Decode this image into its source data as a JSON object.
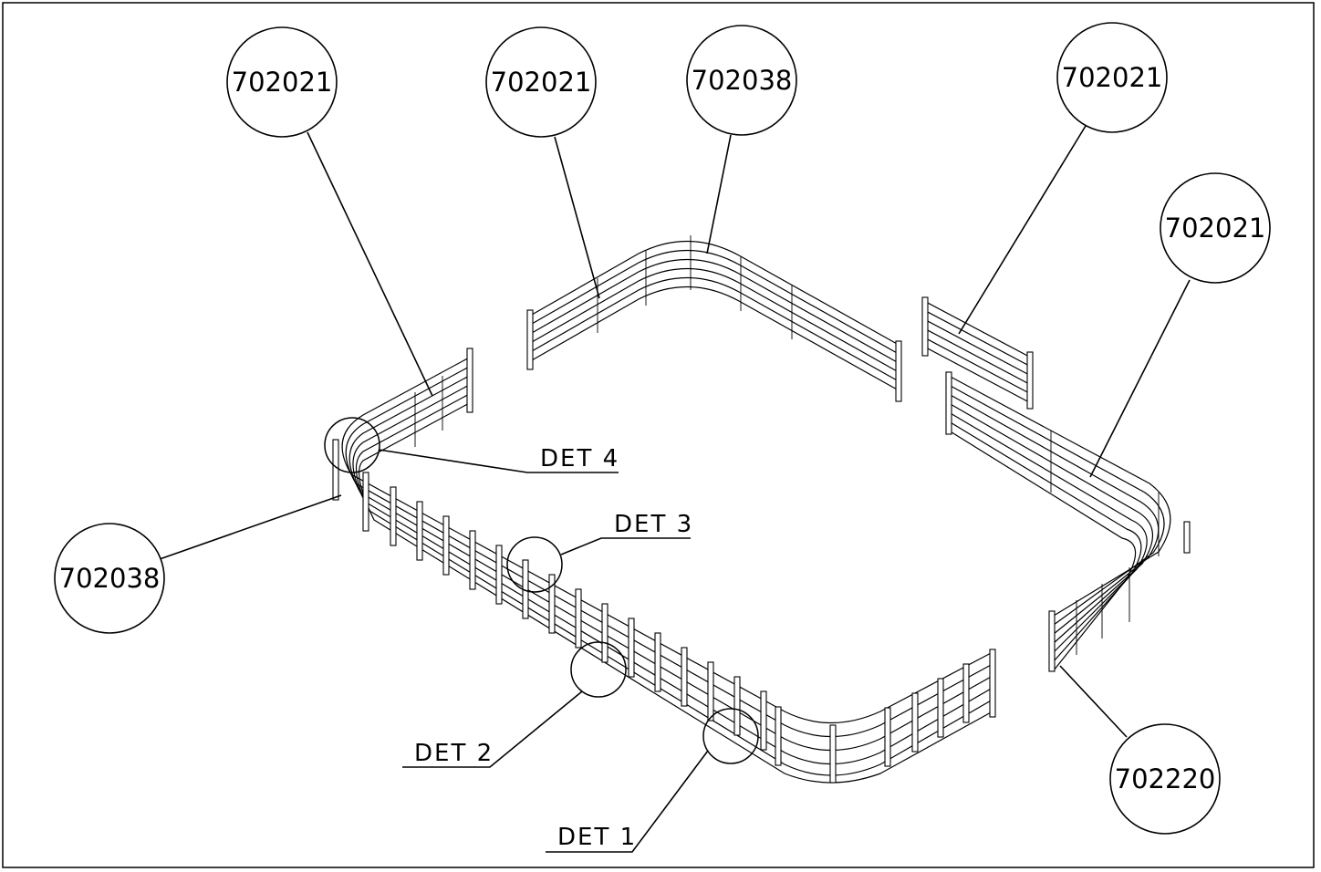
{
  "part_callouts": [
    {
      "id": "callout-tl",
      "number": "702021"
    },
    {
      "id": "callout-top-left",
      "number": "702021"
    },
    {
      "id": "callout-top-mid",
      "number": "702038"
    },
    {
      "id": "callout-top-right",
      "number": "702021"
    },
    {
      "id": "callout-right",
      "number": "702021"
    },
    {
      "id": "callout-left",
      "number": "702038"
    },
    {
      "id": "callout-bottom-right",
      "number": "702220"
    }
  ],
  "detail_labels": [
    {
      "id": "det-4",
      "text": "DET 4"
    },
    {
      "id": "det-3",
      "text": "DET 3"
    },
    {
      "id": "det-2",
      "text": "DET 2"
    },
    {
      "id": "det-1",
      "text": "DET 1"
    }
  ]
}
